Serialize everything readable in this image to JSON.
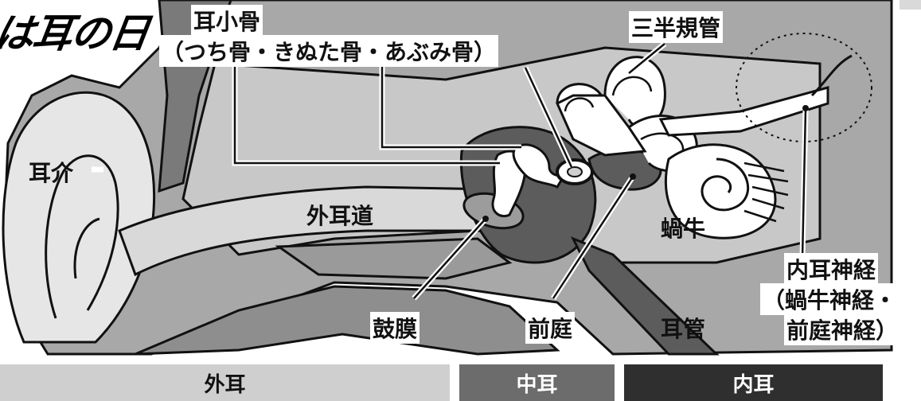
{
  "title": "は耳の日",
  "labels": {
    "ossicles_title": "耳小骨",
    "ossicles_detail": "（つち骨・きぬた骨・あぶみ骨）",
    "semicircular_canals": "三半規管",
    "auricle": "耳介",
    "ear_canal": "外耳道",
    "cochlea": "蝸牛",
    "inner_ear_nerve": "内耳神経",
    "inner_ear_nerve_detail_1": "（蝸牛神経・",
    "inner_ear_nerve_detail_2": "前庭神経）",
    "eardrum": "鼓膜",
    "vestibule": "前庭",
    "eustachian_tube": "耳管"
  },
  "sections": [
    {
      "label": "外耳",
      "color": "#cfcfcf",
      "text_color": "#111111"
    },
    {
      "label": "中耳",
      "color": "#6c6c6c",
      "text_color": "#ffffff"
    },
    {
      "label": "内耳",
      "color": "#2f2f2f",
      "text_color": "#ffffff"
    }
  ]
}
